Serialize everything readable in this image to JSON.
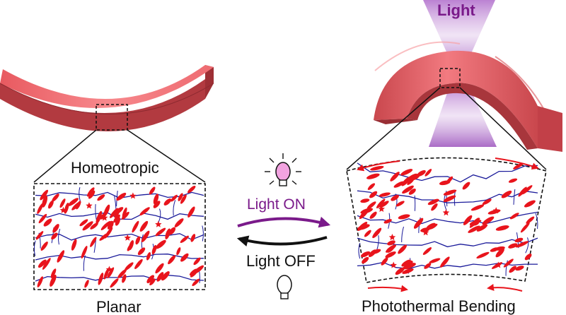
{
  "labels": {
    "homeotropic": "Homeotropic",
    "planar": "Planar",
    "light_on": "Light ON",
    "light_off": "Light OFF",
    "light_beam": "Light",
    "photothermal_bending": "Photothermal Bending"
  },
  "colors": {
    "strip_top": "#f26a70",
    "strip_side": "#b23a40",
    "mesogen": "#e8141c",
    "polymer_network": "#1a1a9a",
    "light_purple": "#7a1a8a",
    "beam": "#c99ad8",
    "bulb_on": "#f2a3e0"
  },
  "icons": {
    "bulb_on": "lit-bulb-icon",
    "bulb_off": "unlit-bulb-icon"
  }
}
